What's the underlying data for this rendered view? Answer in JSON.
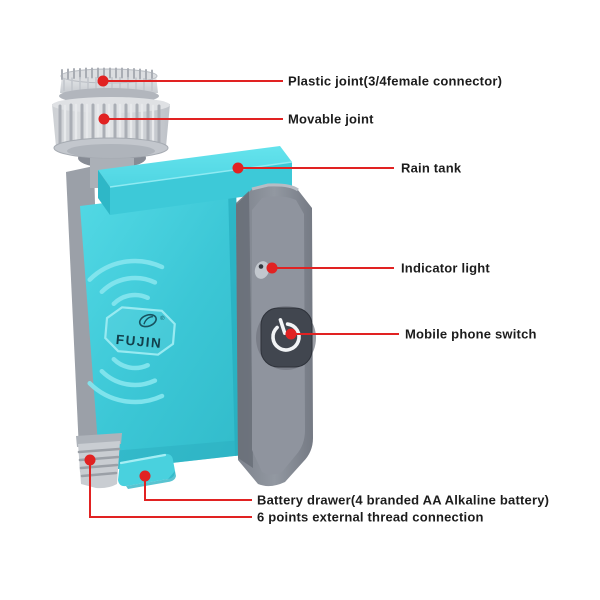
{
  "brand": {
    "name": "FUJIN",
    "registered_mark": "®"
  },
  "callouts": [
    "Plastic joint(3/4female connector)",
    "Movable joint",
    "Rain tank",
    "Indicator light",
    "Mobile phone switch",
    "Battery drawer(4 branded AA Alkaline battery)",
    "6 points external thread connection"
  ],
  "colors": {
    "leader_red": "#E12222",
    "body_teal": "#3EC8D7",
    "tank_cyan": "#5FE0EA",
    "panel_gray": "#8A8F99",
    "joint_gray": "#D6D8DB",
    "thread_gray": "#C9CDD2",
    "power_button_dark": "#41464F",
    "label_text": "#1C1C1C"
  },
  "icons": {
    "power_button_glyph": "power-icon",
    "brand_logo": "leaf-logo-icon",
    "body_emboss": "signal-waves-icon"
  }
}
